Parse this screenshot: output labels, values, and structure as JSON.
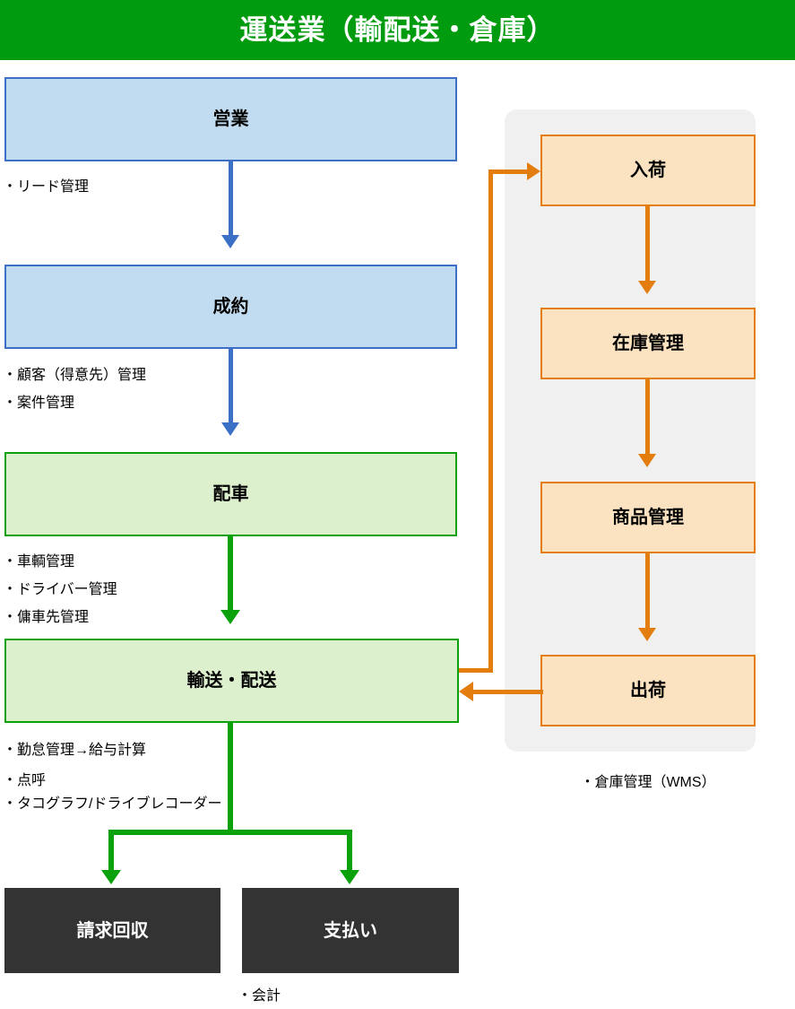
{
  "header": {
    "title": "運送業（輸配送・倉庫）",
    "background_color": "#019b0f",
    "text_color": "#ffffff"
  },
  "colors": {
    "blue_fill": "#c1dcf1",
    "blue_border": "#3c6fc6",
    "green_fill": "#ddf0ce",
    "green_border": "#0aa10a",
    "orange_fill": "#fbe2c0",
    "orange_border": "#e37d0d",
    "dark_fill": "#333333",
    "panel_fill": "#f0f0f0"
  },
  "main_flow": {
    "nodes": [
      {
        "id": "sales",
        "label": "営業",
        "style": "blue"
      },
      {
        "id": "contract",
        "label": "成約",
        "style": "blue"
      },
      {
        "id": "dispatch",
        "label": "配車",
        "style": "green"
      },
      {
        "id": "transport",
        "label": "輸送・配送",
        "style": "green"
      },
      {
        "id": "billing",
        "label": "請求回収",
        "style": "dark"
      },
      {
        "id": "payment",
        "label": "支払い",
        "style": "dark"
      }
    ],
    "captions": {
      "sales": [
        "・リード管理"
      ],
      "contract": [
        "・顧客（得意先）管理",
        "・案件管理"
      ],
      "dispatch": [
        "・車輌管理",
        "・ドライバー管理",
        "・傭車先管理"
      ],
      "transport": [
        "・勤怠管理→給与計算",
        "・点呼",
        "・タコグラフ/ドライブレコーダー"
      ],
      "accounting": "・会計"
    }
  },
  "warehouse_panel": {
    "caption": "・倉庫管理（WMS）",
    "nodes": [
      {
        "id": "receiving",
        "label": "入荷",
        "style": "orange"
      },
      {
        "id": "inventory",
        "label": "在庫管理",
        "style": "orange"
      },
      {
        "id": "product",
        "label": "商品管理",
        "style": "orange"
      },
      {
        "id": "shipping",
        "label": "出荷",
        "style": "orange"
      }
    ]
  }
}
